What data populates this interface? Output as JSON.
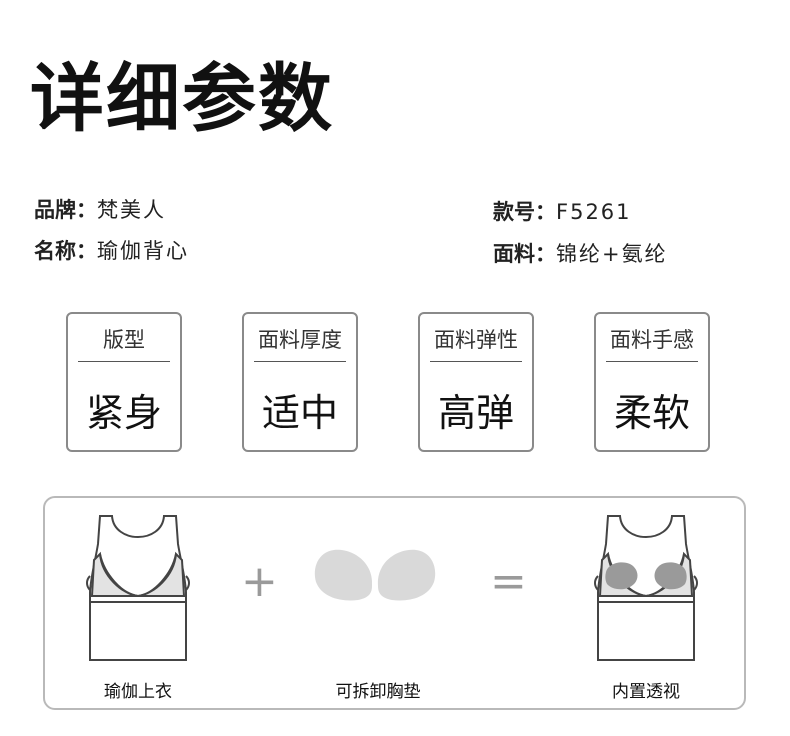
{
  "title": "详细参数",
  "specs": [
    {
      "key": "品牌：",
      "value": "梵美人"
    },
    {
      "key": "款号：",
      "value": "F5261"
    },
    {
      "key": "名称：",
      "value": "瑜伽背心"
    },
    {
      "key": "面料：",
      "value": "锦纶+氨纶"
    }
  ],
  "attributes": [
    {
      "label": "版型",
      "value": "紧身"
    },
    {
      "label": "面料厚度",
      "value": "适中"
    },
    {
      "label": "面料弹性",
      "value": "高弹"
    },
    {
      "label": "面料手感",
      "value": "柔软"
    }
  ],
  "combo": {
    "item1": "瑜伽上衣",
    "plus": "+",
    "item2": "可拆卸胸垫",
    "equals": "=",
    "result": "内置透视"
  },
  "colors": {
    "card_border": "#8a8a8a",
    "panel_border": "#b9b9b9",
    "pad_fill": "#d9d9d9",
    "pad_dark": "#9a9a9a"
  }
}
